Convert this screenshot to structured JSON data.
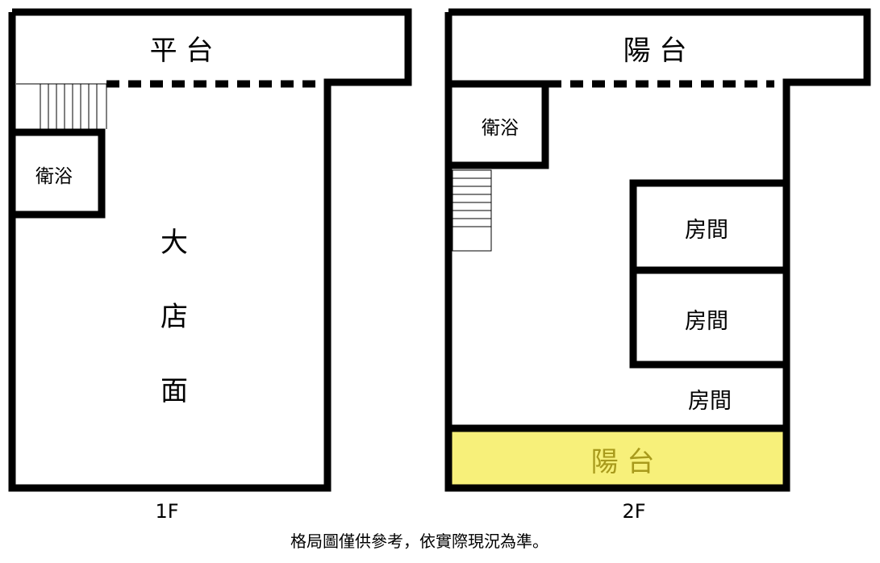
{
  "floor1": {
    "terrace_label": "平 台",
    "bathroom_label": "衛浴",
    "store_label": [
      "大",
      "店",
      "面"
    ],
    "floor_label": "1F"
  },
  "floor2": {
    "balcony_top_label": "陽 台",
    "bathroom_label": "衛浴",
    "rooms": [
      "房間",
      "房間",
      "房間"
    ],
    "balcony_bottom_label": "陽 台",
    "floor_label": "2F"
  },
  "colors": {
    "wall": "#000000",
    "balcony_fill": "#f7f07a",
    "balcony_text": "#a89a1c"
  },
  "disclaimer": "格局圖僅供參考，依實際現況為準。"
}
